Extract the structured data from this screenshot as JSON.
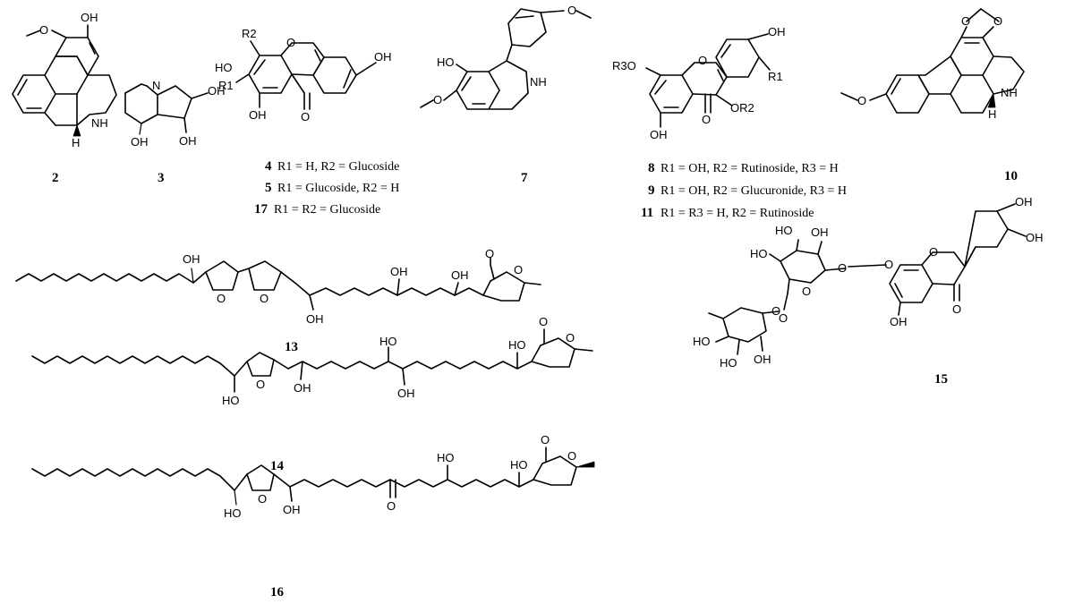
{
  "labels": {
    "oh": "OH",
    "o": "O",
    "n": "N",
    "nh": "NH",
    "h": "H",
    "ho": "HO",
    "r1": "R1",
    "r2": "R2",
    "r3o": "R3O",
    "or2": "OR2"
  },
  "compounds": {
    "c2": "2",
    "c3": "3",
    "c7": "7",
    "c10": "10",
    "c13": "13",
    "c14": "14",
    "c15": "15",
    "c16": "16"
  },
  "captions": {
    "c4_num": "4",
    "c4_text": "R1 = H, R2 = Glucoside",
    "c5_num": "5",
    "c5_text": "R1 = Glucoside, R2 = H",
    "c17_num": "17",
    "c17_text": "R1 = R2 = Glucoside",
    "c8_num": "8",
    "c8_text": "R1 = OH, R2 = Rutinoside, R3 = H",
    "c9_num": "9",
    "c9_text": "R1 = OH, R2 = Glucuronide, R3 = H",
    "c11_num": "11",
    "c11_text": "R1 = R3 = H, R2 = Rutinoside"
  }
}
